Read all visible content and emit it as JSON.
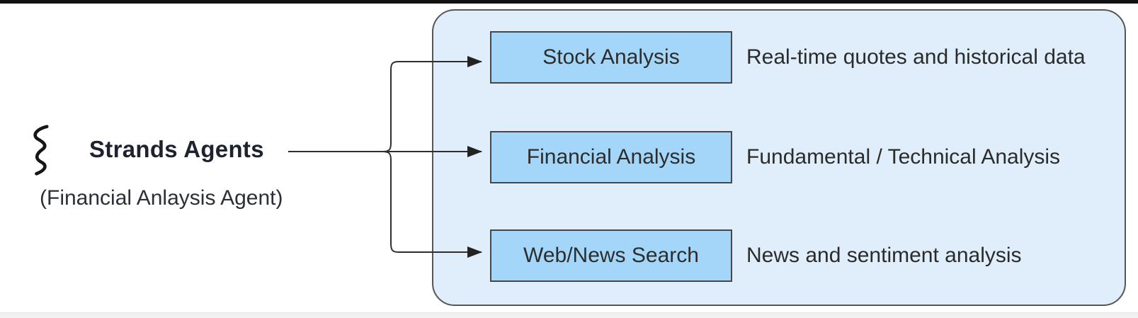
{
  "window": {
    "top_bar_color": "#111111",
    "bottom_strip_color": "#f1f1f1"
  },
  "agent": {
    "logo_icon": "strands-squiggle-icon",
    "title": "Strands Agents",
    "subtitle": "(Financial Anlaysis Agent)"
  },
  "tools_panel": {
    "background_color": "#dfeefa",
    "panel_border_color": "#565656",
    "node_fill_color": "#a3d6f8",
    "node_border_color": "#474747",
    "connector_color": "#2e2e2e",
    "tools": [
      {
        "label": "Stock Analysis",
        "description": "Real-time quotes and historical data"
      },
      {
        "label": "Financial Analysis",
        "description": "Fundamental / Technical Analysis"
      },
      {
        "label": "Web/News Search",
        "description": "News and sentiment analysis"
      }
    ]
  }
}
